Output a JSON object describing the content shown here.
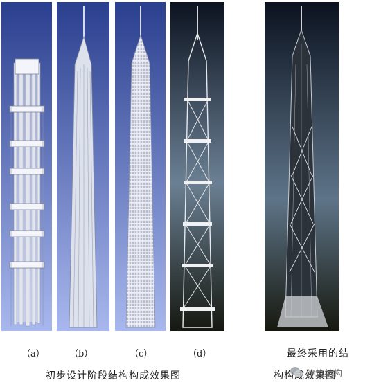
{
  "panels": [
    {
      "id": "a",
      "label": "（a）"
    },
    {
      "id": "b",
      "label": "（b）"
    },
    {
      "id": "c",
      "label": "（c）"
    },
    {
      "id": "d",
      "label": "（d）"
    },
    {
      "id": "e",
      "label": ""
    }
  ],
  "captions": {
    "preliminary": "初步设计阶段结构构成效果图",
    "final_line1": "最终采用的结",
    "final_line2": "构构成效果图"
  },
  "watermark": {
    "text": "建筑结构"
  },
  "colors": {
    "blue_bg_top": "#2a3f8f",
    "blue_bg_bottom": "#93a8ea",
    "dark_bg_top": "#0c1320",
    "dark_bg_mid": "#5e7488",
    "dark_bg_bottom": "#16190f",
    "tower_white": "#f2f3f7",
    "tower_grey": "#9aa2b8"
  }
}
